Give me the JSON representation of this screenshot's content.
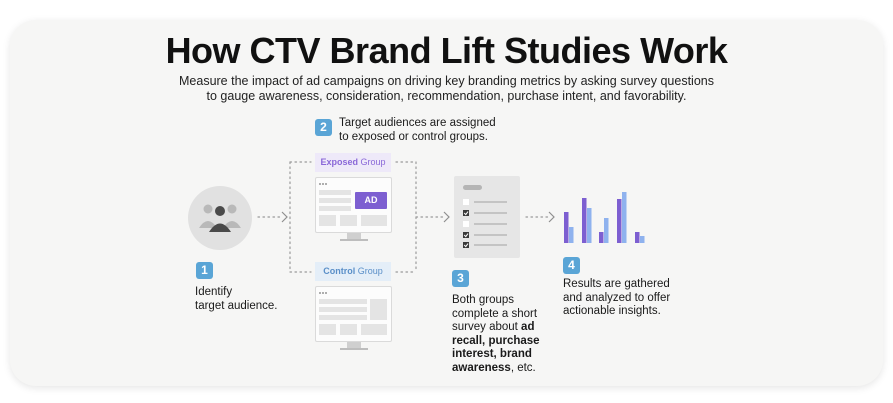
{
  "title": "How CTV Brand Lift Studies Work",
  "subtitle": {
    "line1": "Measure the impact of ad campaigns on driving key branding metrics by asking survey questions",
    "line2": "to gauge awareness, consideration, recommendation, purchase intent, and favorability."
  },
  "steps": [
    {
      "number": "1",
      "line1": "Identify",
      "line2": "target audience."
    },
    {
      "number": "2",
      "line1": "Target audiences are assigned",
      "line2": "to exposed or control groups."
    },
    {
      "number": "3",
      "l1": "Both groups",
      "l2": "complete a short",
      "l3a": "survey about ",
      "l3b": "ad",
      "l4": "recall, purchase",
      "l5": "interest, brand",
      "l6a": "awareness",
      "l6b": ", etc."
    },
    {
      "number": "4",
      "line1": "Results are gathered",
      "line2": "and analyzed to offer",
      "line3": "actionable insights."
    }
  ],
  "groups": {
    "exposed": {
      "word": "Exposed",
      "suffix": " Group"
    },
    "control": {
      "word": "Control",
      "suffix": " Group"
    }
  },
  "ad_label": "AD",
  "colors": {
    "badge": "#5aa5d6",
    "purple": "#7d5fd1",
    "light_purple": "#8a68d8",
    "blue": "#5a8fc8",
    "light_blue": "#8fb2ee"
  },
  "icons": [
    "people-group-icon",
    "monitor-icon",
    "survey-checklist-icon",
    "bar-chart-icon",
    "arrow-right-icon"
  ]
}
